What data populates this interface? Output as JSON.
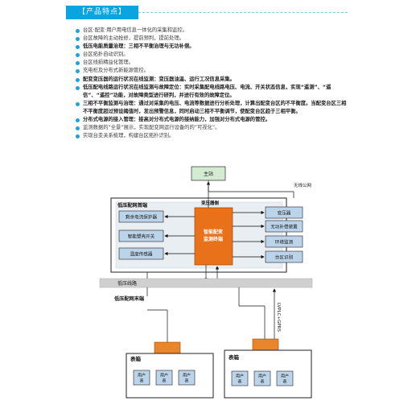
{
  "header": {
    "title": "【产品特点】"
  },
  "features": [
    {
      "text": "台区·配变·用户用电信息一体化的采集和监控。",
      "bold": false
    },
    {
      "text": "台区故障的主动抢修，提前预判，提前处理。",
      "bold": false
    },
    {
      "text": "低压电能质量治理：三相不平衡治理与无功补偿。",
      "bold": true
    },
    {
      "text": "台区拓扑自动识别。",
      "bold": false
    },
    {
      "text": "台区线损精益化管理。",
      "bold": false
    },
    {
      "text": "充电桩及分布式新能源管控。",
      "bold": false
    },
    {
      "text": "配变变压器的运行状况在线监测：变压器油温、运行工况信息采集。",
      "bold": true
    },
    {
      "text": "低压配电线路运行状况在线监测与故障定位：实时采集配电线路电压、电流、开关状态信息，实现“遥测”、“遥信”、“遥控”功能，对故障类型进行研判，并进行有效的故障定位。",
      "bold": true
    },
    {
      "text": "三相不平衡监测与治理：通过对采集的电压、电流等数据进行分析处理，计算出配变台区的不平衡度。当配变台区三相不平衡度超过预设阈值时，发出预警信息，同时启动三相不平衡调节，使配变台区趋于三相平衡。",
      "bold": true
    },
    {
      "text": "分布式电源的接入管理：接高对分布式电源的接纳能力，加强对分布式电源的管控。",
      "bold": true
    },
    {
      "text": "监测数据的“全景”展示，实现配变网运行设备的的“可视化”。",
      "bold": false
    },
    {
      "text": "实现台变关系梳理，构建台区拓扑识别。",
      "bold": false
    }
  ],
  "diagram": {
    "master_station": "主站",
    "public_network": "无线公网",
    "head_end": "低压配网首端",
    "transformer_side": "变压器侧",
    "terminal": "智能配变监测终端",
    "left_devices": [
      "剩余电流保护器",
      "智能塑壳开关",
      "温度传感器"
    ],
    "right_devices": [
      "变压器",
      "无功补偿装置",
      "环境监测",
      "台区识别"
    ],
    "line": "低压线路",
    "tail_end": "低压配网末端",
    "comm": "LVPLC+GPRS",
    "meter_box": "表箱",
    "user_meter": "用户表"
  },
  "colors": {
    "accent": "#0aa4e0",
    "terminal": "#e8711a",
    "master": "#d3ebd1",
    "device": "#bcd4ea",
    "meter": "#e9852a"
  }
}
